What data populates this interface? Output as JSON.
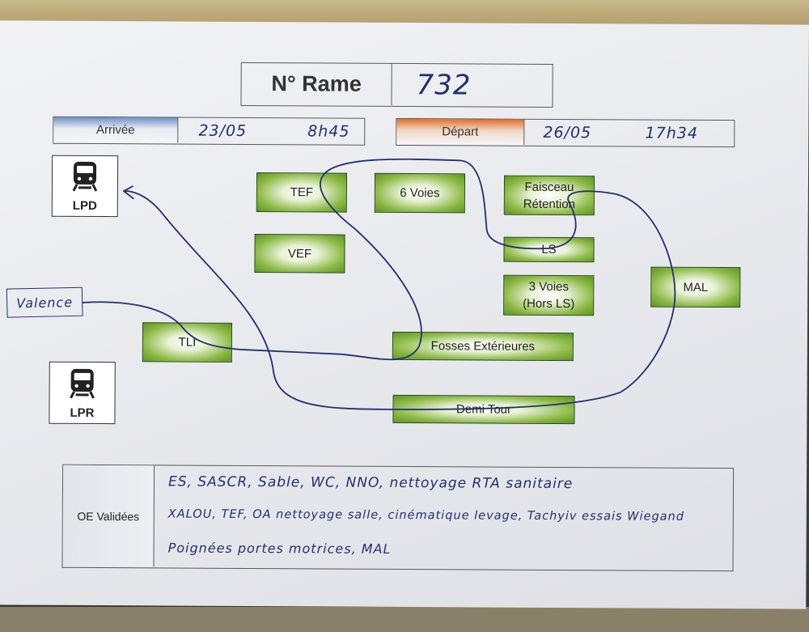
{
  "header": {
    "rame_label": "N° Rame",
    "rame_value": "732"
  },
  "arrivee": {
    "label": "Arrivée",
    "date": "23/05",
    "time": "8h45",
    "color": "#6f8fc9"
  },
  "depart": {
    "label": "Départ",
    "date": "26/05",
    "time": "17h34",
    "color": "#e0702a"
  },
  "terminals": {
    "lpd": "LPD",
    "lpr": "LPR"
  },
  "stations": {
    "tef": "TEF",
    "six_voies": "6 Voies",
    "faisceau_line1": "Faisceau",
    "faisceau_line2": "Rétention",
    "vef": "VEF",
    "ls": "LS",
    "trois_voies_line1": "3 Voies",
    "trois_voies_line2": "(Hors LS)",
    "mal": "MAL",
    "tli": "TLI",
    "fosses": "Fosses Extérieures",
    "demi_tour": "Demi Tour"
  },
  "annotation": {
    "valence": "Valence"
  },
  "oe": {
    "label": "OE Validées",
    "line1": "ES, SASCR, Sable, WC, NNO, nettoyage RTA sanitaire",
    "line2": "XALOU, TEF, OA nettoyage salle, cinématique levage, Tachyiv essais Wiegand",
    "line3": "Poignées portes motrices, MAL"
  },
  "colors": {
    "station_green": "#6ea42a",
    "ink": "#22306e"
  }
}
